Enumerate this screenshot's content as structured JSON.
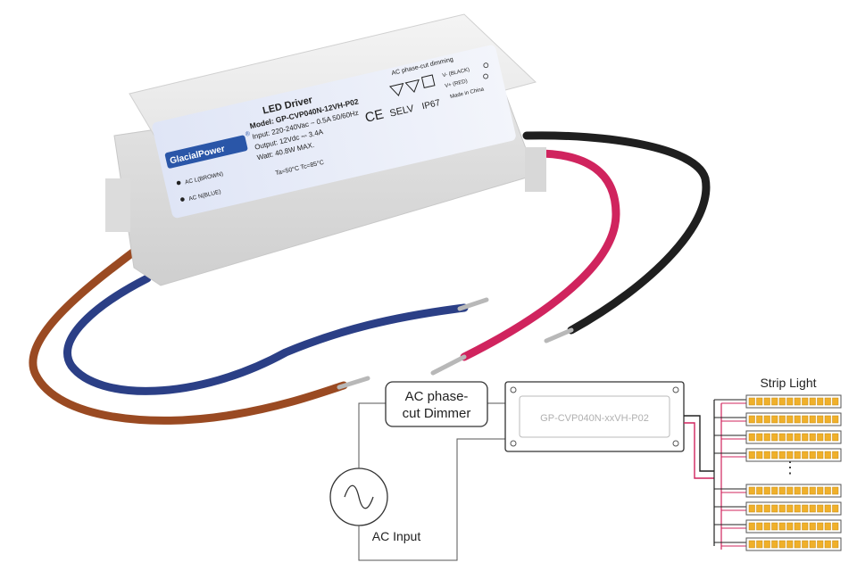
{
  "product": {
    "brand": "GlacialPower",
    "brand_mark": "®",
    "label": {
      "title": "LED Driver",
      "model": "Model: GP-CVP040N-12VH-P02",
      "input": "Input: 220-240Vac ~ 0.5A 50/60Hz",
      "output": "Output: 12Vdc ⎓ 3.4A",
      "watt": "Watt: 40.8W MAX.",
      "temps": "Ta=50°C  Tc=85°C",
      "dimming": "AC phase-cut dimming",
      "v_minus": "V- (BLACK)",
      "v_plus": "V+ (RED)",
      "ac_l": "AC L(BROWN)",
      "ac_n": "AC N(BLUE)",
      "ce": "CE",
      "selv": "SELV",
      "ip": "IP67",
      "made_in": "Made in China"
    }
  },
  "diagram": {
    "dimmer_line1": "AC phase-",
    "dimmer_line2": "cut Dimmer",
    "driver_model": "GP-CVP040N-xxVH-P02",
    "ac_input": "AC Input",
    "strip_title": "Strip Light",
    "ellipsis": "⋮",
    "strip_count": 8,
    "leds_per_strip": 12
  },
  "colors": {
    "wire_brown": "#9a4a22",
    "wire_blue": "#2b3f86",
    "wire_red": "#d0245e",
    "wire_black": "#1f1f1f",
    "led_amber": "#f0b02a",
    "housing": "#e9e9e9"
  }
}
